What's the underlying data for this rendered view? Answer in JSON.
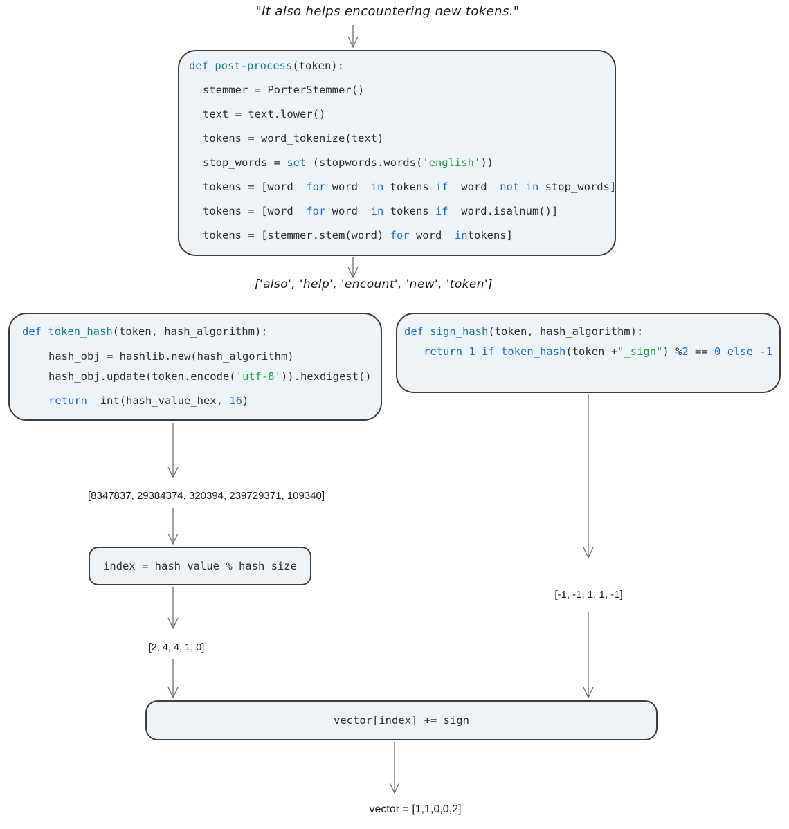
{
  "colors": {
    "keyword": "#1b6ec2",
    "function": "#17808a",
    "string": "#18a245",
    "number": "#1b6ec2",
    "code_text": "#2e2e2e",
    "box_fill": "#eef3f7",
    "box_border": "#3d3d3d",
    "arrow": "#6f6f6f"
  },
  "quote": "\"It also helps encountering new tokens.\"",
  "labels": {
    "tokens_list": "['also', 'help', 'encount', 'new', 'token']",
    "hash_values": "[8347837, 29384374, 320394, 239729371, 109340]",
    "index_values": "[2, 4, 4, 1, 0]",
    "sign_values": "[-1, -1, 1, 1, -1]",
    "result_vector": "vector = [1,1,0,0,2]"
  },
  "code": {
    "post_process": {
      "lines": [
        {
          "i": 0,
          "s": [
            [
              "kw",
              "def "
            ],
            [
              "fn",
              "post-process"
            ],
            [
              "pl",
              "(token):"
            ]
          ]
        },
        {
          "i": 1,
          "s": [
            [
              "pl",
              "stemmer = PorterStemmer()"
            ]
          ]
        },
        {
          "i": 1,
          "s": [
            [
              "pl",
              "text = text.lower()"
            ]
          ]
        },
        {
          "i": 1,
          "s": [
            [
              "pl",
              "tokens = word_tokenize(text)"
            ]
          ]
        },
        {
          "i": 1,
          "s": [
            [
              "pl",
              "stop_words = "
            ],
            [
              "kw",
              "set"
            ],
            [
              "pl",
              " (stopwords.words("
            ],
            [
              "st",
              "'english'"
            ],
            [
              "pl",
              "))"
            ]
          ]
        },
        {
          "i": 1,
          "s": [
            [
              "pl",
              "tokens = [word  "
            ],
            [
              "kw",
              "for"
            ],
            [
              "pl",
              " word  "
            ],
            [
              "kw",
              "in"
            ],
            [
              "pl",
              " tokens "
            ],
            [
              "kw",
              "if"
            ],
            [
              "pl",
              "  word  "
            ],
            [
              "kw",
              "not"
            ],
            [
              "pl",
              " "
            ],
            [
              "kw",
              "in"
            ],
            [
              "pl",
              " stop_words]"
            ]
          ]
        },
        {
          "i": 1,
          "s": [
            [
              "pl",
              "tokens = [word  "
            ],
            [
              "kw",
              "for"
            ],
            [
              "pl",
              " word  "
            ],
            [
              "kw",
              "in"
            ],
            [
              "pl",
              " tokens "
            ],
            [
              "kw",
              "if"
            ],
            [
              "pl",
              "  word.isalnum()]"
            ]
          ]
        },
        {
          "i": 1,
          "s": [
            [
              "pl",
              "tokens = [stemmer.stem(word) "
            ],
            [
              "kw",
              "for"
            ],
            [
              "pl",
              " word  "
            ],
            [
              "kw",
              "in"
            ],
            [
              "pl",
              "tokens]"
            ]
          ]
        }
      ]
    },
    "token_hash": {
      "lines": [
        {
          "i": 0,
          "s": [
            [
              "kw",
              "def "
            ],
            [
              "fn",
              "token_hash"
            ],
            [
              "pl",
              "(token, hash_algorithm):"
            ]
          ]
        },
        {
          "i": 2,
          "s": [
            [
              "pl",
              "hash_obj = hashlib.new(hash_algorithm)"
            ]
          ]
        },
        {
          "i": 2,
          "s": [
            [
              "pl",
              "hash_obj.update(token.encode("
            ],
            [
              "st",
              "'utf-8'"
            ],
            [
              "pl",
              ")).hexdigest()"
            ]
          ]
        },
        {
          "i": 2,
          "s": [
            [
              "kw",
              "return"
            ],
            [
              "pl",
              "  int(hash_value_hex, "
            ],
            [
              "nu",
              "16"
            ],
            [
              "pl",
              ")"
            ]
          ]
        }
      ]
    },
    "sign_hash": {
      "lines": [
        {
          "i": 0,
          "s": [
            [
              "kw",
              "def "
            ],
            [
              "fn",
              "sign_hash"
            ],
            [
              "pl",
              "(token, hash_algorithm):"
            ]
          ]
        },
        {
          "i": 3,
          "s": [
            [
              "kw",
              "return"
            ],
            [
              "pl",
              " "
            ],
            [
              "nu",
              "1"
            ],
            [
              "pl",
              " "
            ],
            [
              "kw",
              "if"
            ],
            [
              "pl",
              " "
            ],
            [
              "kw",
              "token_hash"
            ],
            [
              "pl",
              "(token +"
            ],
            [
              "st",
              "\"_sign\""
            ],
            [
              "pl",
              ") %"
            ],
            [
              "nu",
              "2"
            ],
            [
              "pl",
              " == "
            ],
            [
              "nu",
              "0"
            ],
            [
              "pl",
              " "
            ],
            [
              "kw",
              "else"
            ],
            [
              "pl",
              " "
            ],
            [
              "nu",
              "-1"
            ]
          ]
        }
      ]
    },
    "index_assign": {
      "lines": [
        {
          "i": 0,
          "s": [
            [
              "pl",
              "index = hash_value % hash_size"
            ]
          ]
        }
      ]
    },
    "vector_update": {
      "lines": [
        {
          "i": 0,
          "s": [
            [
              "pl",
              "vector[index] += sign"
            ]
          ]
        }
      ]
    }
  }
}
